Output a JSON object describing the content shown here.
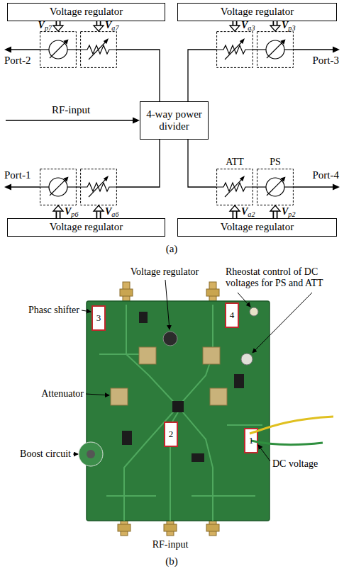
{
  "diagram": {
    "nodes": [
      {
        "text": [
          "Voltage regulator"
        ]
      },
      {
        "text": [
          "Voltage regulator"
        ]
      },
      {
        "text": [
          "4-way power divider"
        ]
      },
      {
        "text": [
          "Voltage regulator"
        ]
      },
      {
        "text": [
          "ATT"
        ]
      },
      {
        "text": [
          "PS"
        ]
      },
      {
        "text": [
          "Voltage regulator"
        ]
      }
    ],
    "edges": [
      {
        "from": 2,
        "to": 4,
        "arrow": "none"
      },
      {
        "from": 4,
        "to": 5,
        "arrow": "none"
      },
      {
        "from": 6,
        "to": 4,
        "label": "Va2",
        "arrow": "to"
      },
      {
        "from": 6,
        "to": 5,
        "label": "Vp2",
        "arrow": "to"
      }
    ],
    "labels": [
      "Port-2",
      "Vp7",
      "Va7",
      "Va3",
      "Vp3",
      "Port-3",
      "RF-input",
      "Port-1",
      "Vp6",
      "Va6",
      "Port-4",
      "(a)",
      "Voltage regulator",
      "Rheostat control of DC voltages for PS and ATT",
      "Phasc shifter",
      "Attenuator",
      "Boost circuit",
      "DC voltage",
      "3",
      "4",
      "2",
      "1",
      "RF-input",
      "(b)"
    ]
  }
}
